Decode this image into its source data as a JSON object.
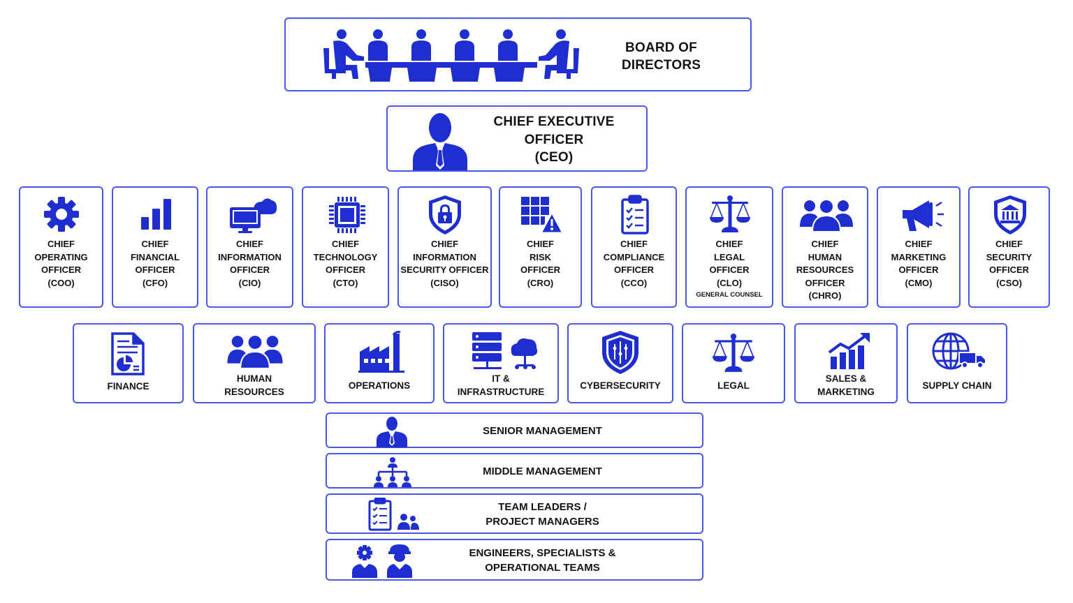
{
  "colors": {
    "accent": "#1e2ed0",
    "border": "#4a57ee",
    "text": "#141414",
    "background": "#ffffff"
  },
  "board": {
    "icon": "boardroom-meeting-icon",
    "lines": [
      "BOARD OF",
      "DIRECTORS"
    ]
  },
  "ceo": {
    "icon": "executive-person-icon",
    "lines": [
      "CHIEF EXECUTIVE",
      "OFFICER",
      "(CEO)"
    ]
  },
  "c_suite": [
    {
      "icon": "gear-icon",
      "lines": [
        "CHIEF",
        "OPERATING",
        "OFFICER",
        "(COO)"
      ]
    },
    {
      "icon": "bar-chart-icon",
      "lines": [
        "CHIEF",
        "FINANCIAL",
        "OFFICER",
        "(CFO)"
      ]
    },
    {
      "icon": "monitor-cloud-icon",
      "lines": [
        "CHIEF",
        "INFORMATION",
        "OFFICER",
        "(CIO)"
      ]
    },
    {
      "icon": "microchip-icon",
      "lines": [
        "CHIEF",
        "TECHNOLOGY",
        "OFFICER",
        "(CTO)"
      ]
    },
    {
      "icon": "shield-lock-icon",
      "lines": [
        "CHIEF",
        "INFORMATION",
        "SECURITY OFFICER",
        "(CISO)"
      ]
    },
    {
      "icon": "grid-warning-icon",
      "lines": [
        "CHIEF",
        "RISK",
        "OFFICER",
        "(CRO)"
      ]
    },
    {
      "icon": "clipboard-checklist-icon",
      "lines": [
        "CHIEF",
        "COMPLIANCE",
        "OFFICER",
        "(CCO)"
      ]
    },
    {
      "icon": "scales-of-justice-icon",
      "lines": [
        "CHIEF",
        "LEGAL",
        "OFFICER",
        "(CLO)"
      ],
      "sub": "GENERAL COUNSEL"
    },
    {
      "icon": "people-group-icon",
      "lines": [
        "CHIEF",
        "HUMAN",
        "RESOURCES",
        "OFFICER",
        "(CHRO)"
      ]
    },
    {
      "icon": "megaphone-icon",
      "lines": [
        "CHIEF",
        "MARKETING",
        "OFFICER",
        "(CMO)"
      ]
    },
    {
      "icon": "shield-bank-icon",
      "lines": [
        "CHIEF",
        "SECURITY",
        "OFFICER",
        "(CSO)"
      ]
    }
  ],
  "departments": [
    {
      "icon": "finance-document-icon",
      "lines": [
        "FINANCE"
      ]
    },
    {
      "icon": "people-group-icon",
      "lines": [
        "HUMAN",
        "RESOURCES"
      ]
    },
    {
      "icon": "factory-icon",
      "lines": [
        "OPERATIONS"
      ]
    },
    {
      "icon": "server-cloud-icon",
      "lines": [
        "IT &",
        "INFRASTRUCTURE"
      ]
    },
    {
      "icon": "shield-circuit-icon",
      "lines": [
        "CYBERSECURITY"
      ]
    },
    {
      "icon": "scales-of-justice-icon",
      "lines": [
        "LEGAL"
      ]
    },
    {
      "icon": "growth-chart-icon",
      "lines": [
        "SALES &",
        "MARKETING"
      ]
    },
    {
      "icon": "globe-truck-icon",
      "lines": [
        "SUPPLY CHAIN"
      ]
    }
  ],
  "levels": [
    {
      "icon": "manager-person-icon",
      "lines": [
        "SENIOR MANAGEMENT"
      ]
    },
    {
      "icon": "hierarchy-team-icon",
      "lines": [
        "MIDDLE MANAGEMENT"
      ]
    },
    {
      "icon": "clipboard-team-icon",
      "lines": [
        "TEAM LEADERS /",
        "PROJECT MANAGERS"
      ]
    },
    {
      "icon": "engineer-worker-icon",
      "lines": [
        "ENGINEERS, SPECIALISTS &",
        "OPERATIONAL TEAMS"
      ]
    }
  ]
}
